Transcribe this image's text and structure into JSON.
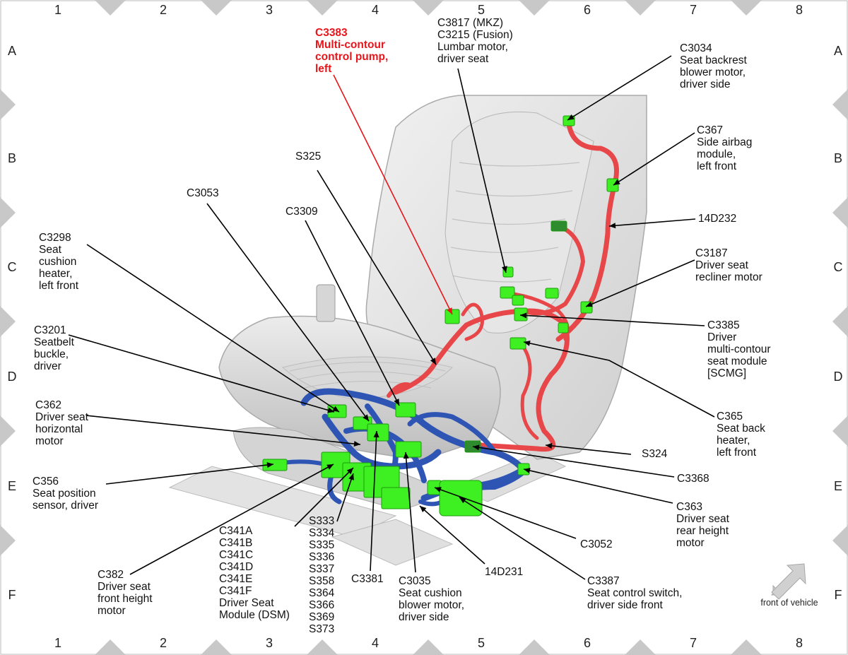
{
  "grid": {
    "columns": [
      "1",
      "2",
      "3",
      "4",
      "5",
      "6",
      "7",
      "8"
    ],
    "rows": [
      "A",
      "B",
      "C",
      "D",
      "E",
      "F"
    ]
  },
  "front_of_vehicle": "front of vehicle",
  "labels": [
    {
      "id": "c3383",
      "lines": [
        "C3383",
        "Multi-contour",
        "control pump,",
        "left"
      ],
      "highlight": true
    },
    {
      "id": "c3817",
      "lines": [
        "C3817 (MKZ)",
        "C3215 (Fusion)",
        "Lumbar motor,",
        "driver seat"
      ]
    },
    {
      "id": "c3034",
      "lines": [
        "C3034",
        "Seat backrest",
        "blower motor,",
        "driver side"
      ]
    },
    {
      "id": "c367",
      "lines": [
        "C367",
        "Side airbag",
        "module,",
        "left front"
      ]
    },
    {
      "id": "14d232",
      "lines": [
        "14D232"
      ]
    },
    {
      "id": "c3187",
      "lines": [
        "C3187",
        "Driver seat",
        "recliner motor"
      ]
    },
    {
      "id": "c3385",
      "lines": [
        "C3385",
        "Driver",
        "multi-contour",
        "seat module",
        "[SCMG]"
      ]
    },
    {
      "id": "c365",
      "lines": [
        "C365",
        "Seat back",
        "heater,",
        "left front"
      ]
    },
    {
      "id": "s324",
      "lines": [
        "S324"
      ]
    },
    {
      "id": "c3368",
      "lines": [
        "C3368"
      ]
    },
    {
      "id": "c363",
      "lines": [
        "C363",
        "Driver seat",
        "rear height",
        "motor"
      ]
    },
    {
      "id": "c3052",
      "lines": [
        "C3052"
      ]
    },
    {
      "id": "c3387",
      "lines": [
        "C3387",
        "Seat control switch,",
        "driver side front"
      ]
    },
    {
      "id": "14d231",
      "lines": [
        "14D231"
      ]
    },
    {
      "id": "c3035",
      "lines": [
        "C3035",
        "Seat cushion",
        "blower motor,",
        "driver side"
      ]
    },
    {
      "id": "c3381",
      "lines": [
        "C3381"
      ]
    },
    {
      "id": "splices",
      "lines": [
        "S333",
        "S334",
        "S335",
        "S336",
        "S337",
        "S358",
        "S364",
        "S366",
        "S369",
        "S373"
      ]
    },
    {
      "id": "c341",
      "lines": [
        "C341A",
        "C341B",
        "C341C",
        "C341D",
        "C341E",
        "C341F",
        "Driver Seat",
        "Module (DSM)"
      ]
    },
    {
      "id": "c382",
      "lines": [
        "C382",
        "Driver seat",
        "front height",
        "motor"
      ]
    },
    {
      "id": "c356",
      "lines": [
        "C356",
        "Seat position",
        "sensor, driver"
      ]
    },
    {
      "id": "c362",
      "lines": [
        "C362",
        "Driver seat",
        "horizontal",
        "motor"
      ]
    },
    {
      "id": "c3201",
      "lines": [
        "C3201",
        "Seatbelt",
        "buckle,",
        "driver"
      ]
    },
    {
      "id": "c3298",
      "lines": [
        "C3298",
        "Seat",
        "cushion",
        "heater,",
        "left front"
      ]
    },
    {
      "id": "c3053",
      "lines": [
        "C3053"
      ]
    },
    {
      "id": "c3309",
      "lines": [
        "C3309"
      ]
    },
    {
      "id": "s325",
      "lines": [
        "S325"
      ]
    }
  ],
  "colors": {
    "highlight": "#e8151b",
    "connector": "#3ef021",
    "harness_red": "#e8474a",
    "harness_blue": "#2f55b4",
    "grid_marker": "#c8c8c8"
  }
}
